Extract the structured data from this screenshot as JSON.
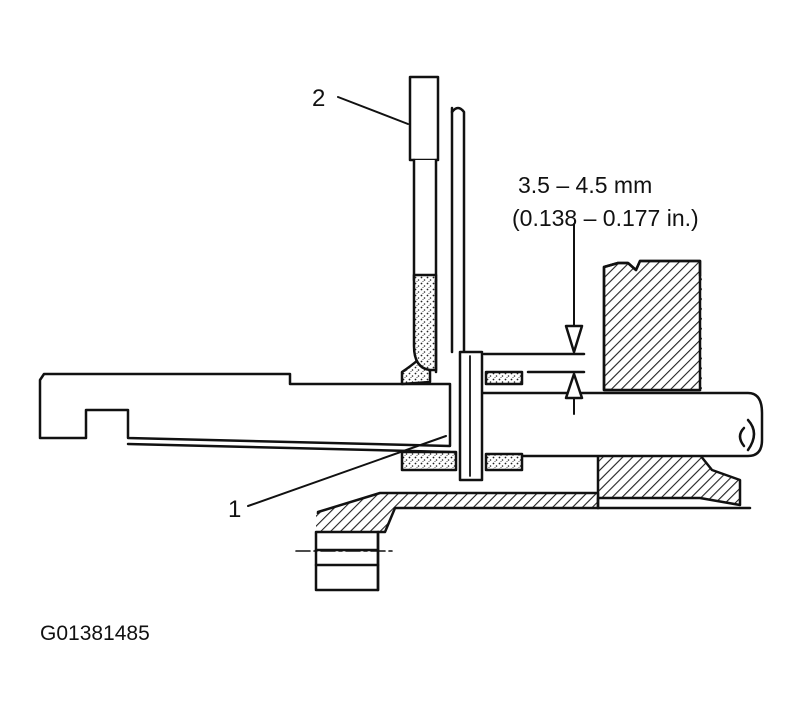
{
  "callouts": {
    "label_1": "1",
    "label_2": "2"
  },
  "dimension": {
    "metric": "3.5 – 4.5 mm",
    "imperial": "(0.138 – 0.177 in.)"
  },
  "figure_id": "G01381485"
}
